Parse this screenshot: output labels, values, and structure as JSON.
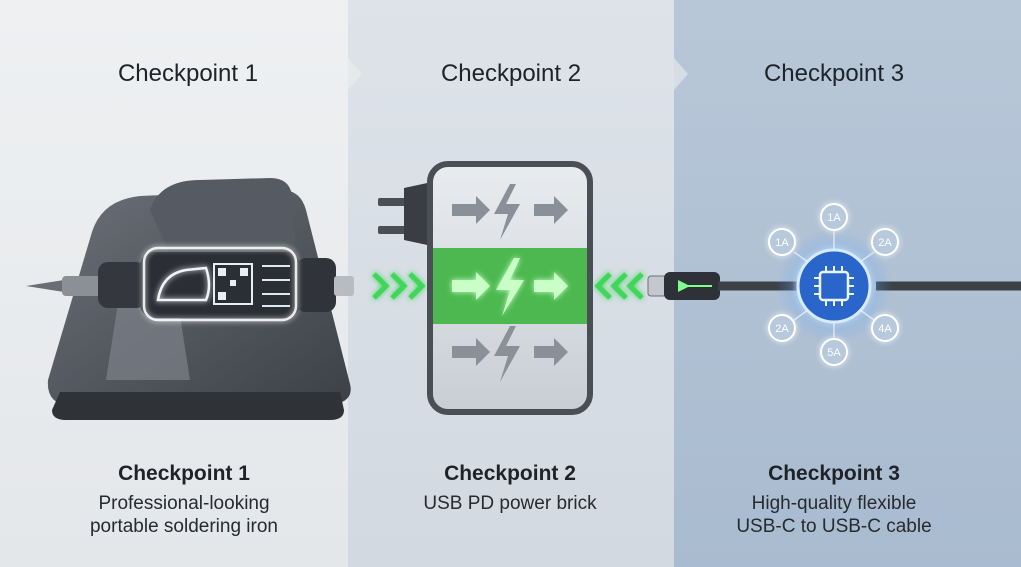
{
  "checkpoints": [
    {
      "heading": "Checkpoint 1",
      "caption_title": "Checkpoint 1",
      "caption_line1": "Professional-looking",
      "caption_line2": "portable soldering iron"
    },
    {
      "heading": "Checkpoint 2",
      "caption_title": "Checkpoint 2",
      "caption_line1": "USB PD power brick",
      "caption_line2": ""
    },
    {
      "heading": "Checkpoint 3",
      "caption_title": "Checkpoint 3",
      "caption_line1": "High-quality flexible",
      "caption_line2": "USB-C to USB-C cable"
    }
  ],
  "current_ratings": [
    "1A",
    "2A",
    "4A",
    "5A",
    "2A",
    "1A"
  ],
  "colors": {
    "glow_green": "#3fd65a",
    "chip_blue": "#3a7be0",
    "device_gray": "#4a4f56"
  }
}
